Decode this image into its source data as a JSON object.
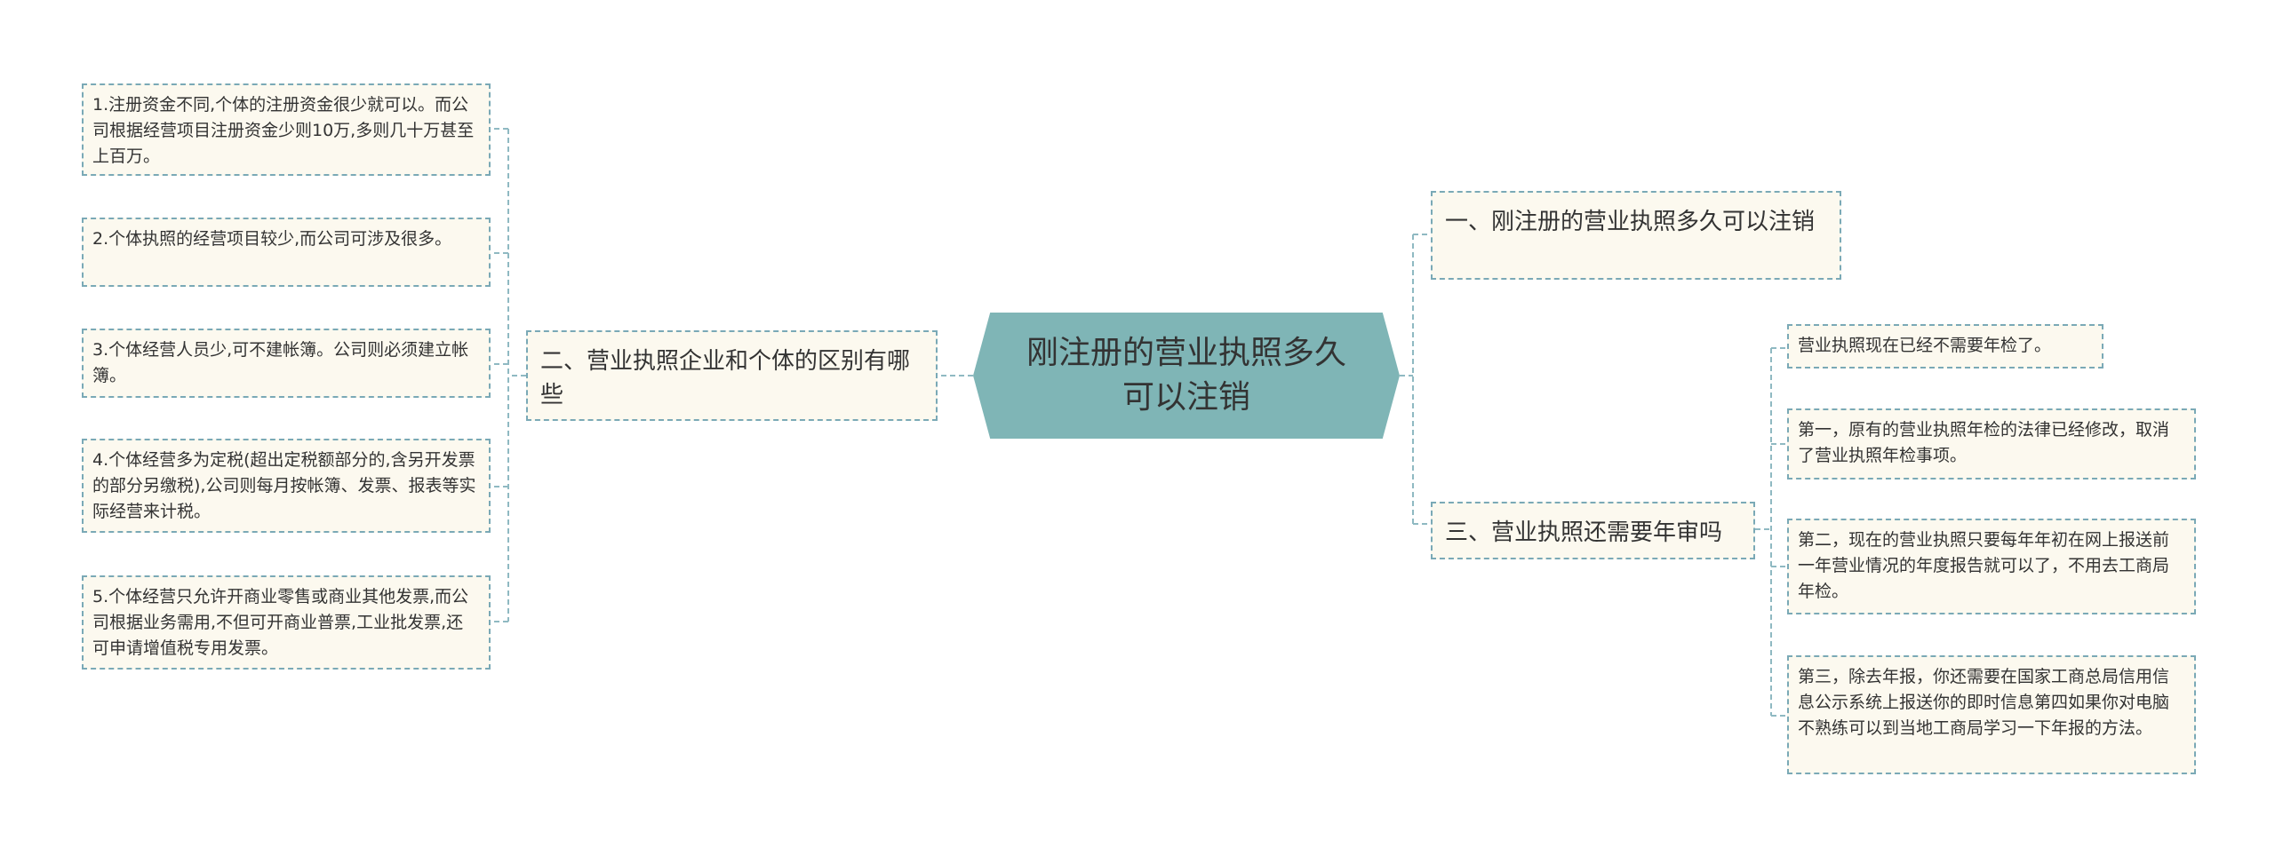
{
  "root": {
    "label": "刚注册的营业执照多久可以注销"
  },
  "branches": [
    {
      "label": "一、刚注册的营业执照多久可以注销"
    },
    {
      "label": "二、营业执照企业和个体的区别有哪些"
    },
    {
      "label": "三、营业执照还需要年审吗"
    }
  ],
  "left_leaves": [
    {
      "text": "1.注册资金不同,个体的注册资金很少就可以。而公司根据经营项目注册资金少则10万,多则几十万甚至上百万。"
    },
    {
      "text": "2.个体执照的经营项目较少,而公司可涉及很多。"
    },
    {
      "text": "3.个体经营人员少,可不建帐簿。公司则必须建立帐簿。"
    },
    {
      "text": "4.个体经营多为定税(超出定税额部分的,含另开发票的部分另缴税),公司则每月按帐簿、发票、报表等实际经营来计税。"
    },
    {
      "text": "5.个体经营只允许开商业零售或商业其他发票,而公司根据业务需用,不但可开商业普票,工业批发票,还可申请增值税专用发票。"
    }
  ],
  "right_leaves": [
    {
      "text": "营业执照现在已经不需要年检了。"
    },
    {
      "text": "第一，原有的营业执照年检的法律已经修改，取消了营业执照年检事项。"
    },
    {
      "text": "第二，现在的营业执照只要每年年初在网上报送前一年营业情况的年度报告就可以了，不用去工商局年检。"
    },
    {
      "text": "第三，除去年报，你还需要在国家工商总局信用信息公示系统上报送你的即时信息第四如果你对电脑不熟练可以到当地工商局学习一下年报的方法。"
    }
  ],
  "colors": {
    "root_fill": "#7fb5b6",
    "node_fill": "#fcf9ef",
    "border": "#7aa9b6",
    "connector": "#8fb9c2",
    "text": "#333333"
  }
}
